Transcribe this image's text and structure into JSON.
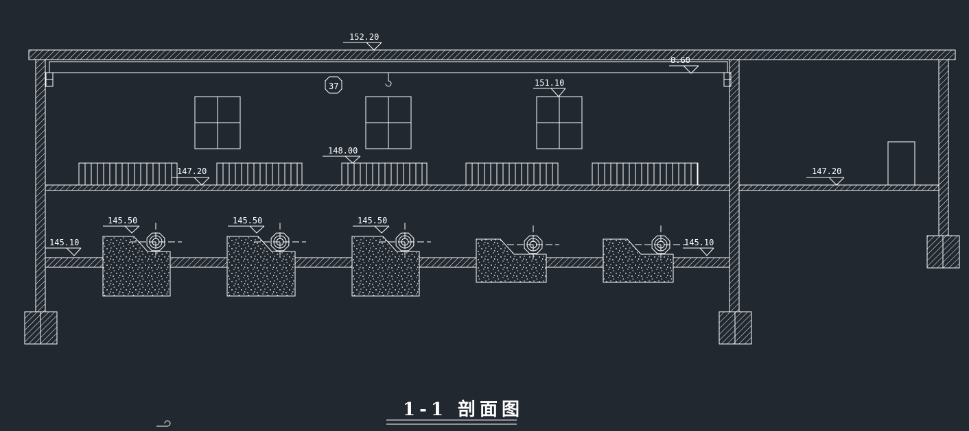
{
  "drawing": {
    "title": "1-1 剖面图",
    "marker": "37",
    "elevations": {
      "roof": "152.20",
      "beam": "8.60",
      "window_top": "151.10",
      "platform": "148.00",
      "floor_left": "147.20",
      "floor_right": "147.20",
      "ground_left": "145.10",
      "ground_right": "145.10",
      "pier1": "145.50",
      "pier2": "145.50",
      "pier3": "145.50"
    }
  }
}
